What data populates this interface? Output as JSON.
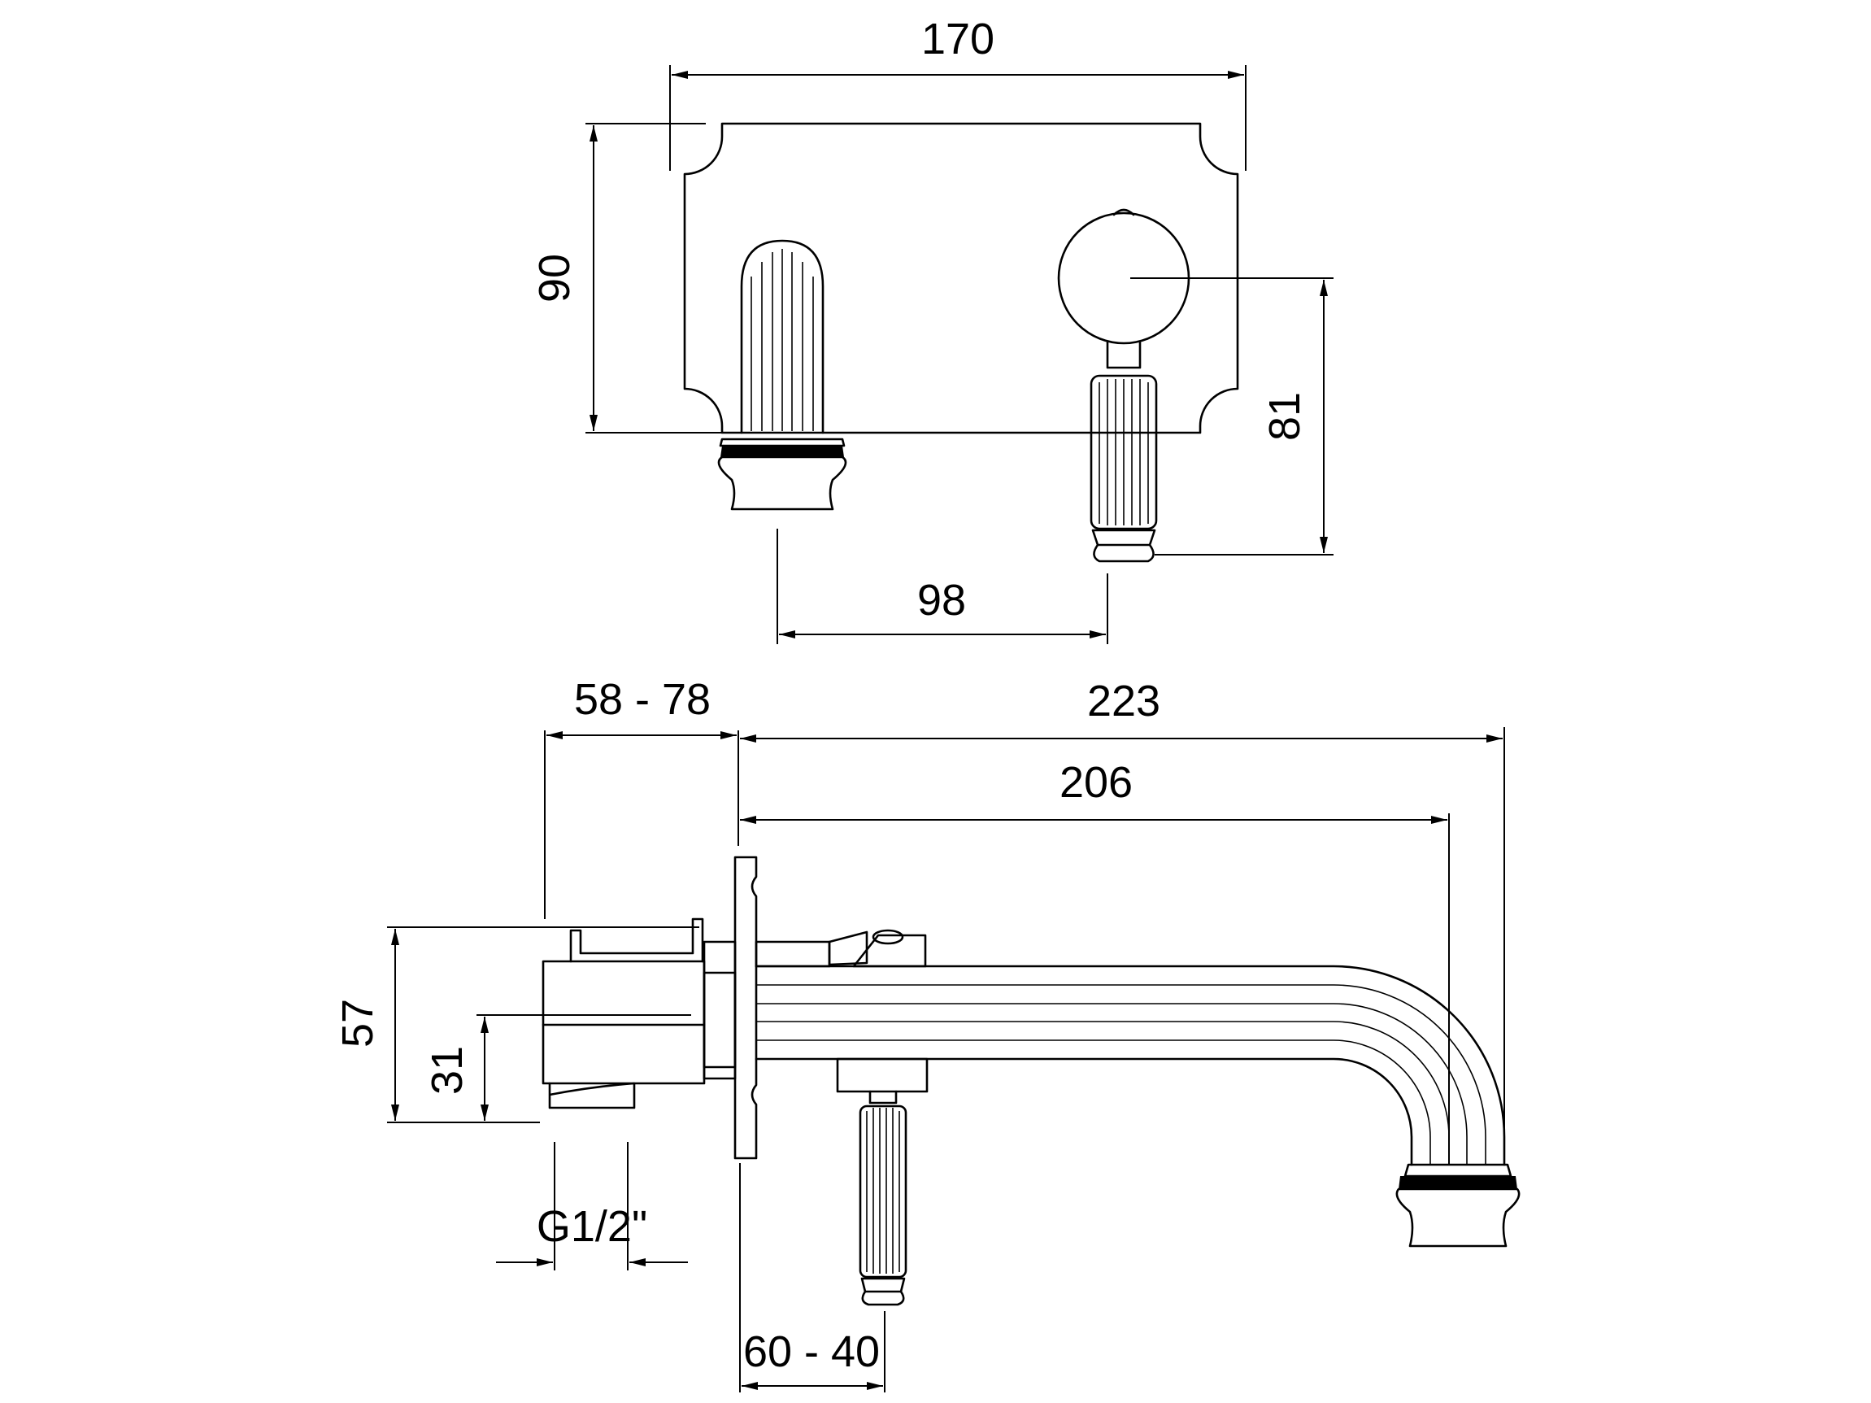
{
  "colors": {
    "ink": "#000000",
    "background": "#ffffff"
  },
  "front_view": {
    "dim_width": "170",
    "dim_height": "90",
    "dim_handle_height": "81",
    "dim_spacing": "98"
  },
  "side_view": {
    "dim_depth": "58 - 78",
    "dim_total_length": "223",
    "dim_spout_reach": "206",
    "dim_body_height": "57",
    "dim_inlet_height": "31",
    "dim_connection": "G1/2\"",
    "dim_adjust": "60 - 40"
  }
}
